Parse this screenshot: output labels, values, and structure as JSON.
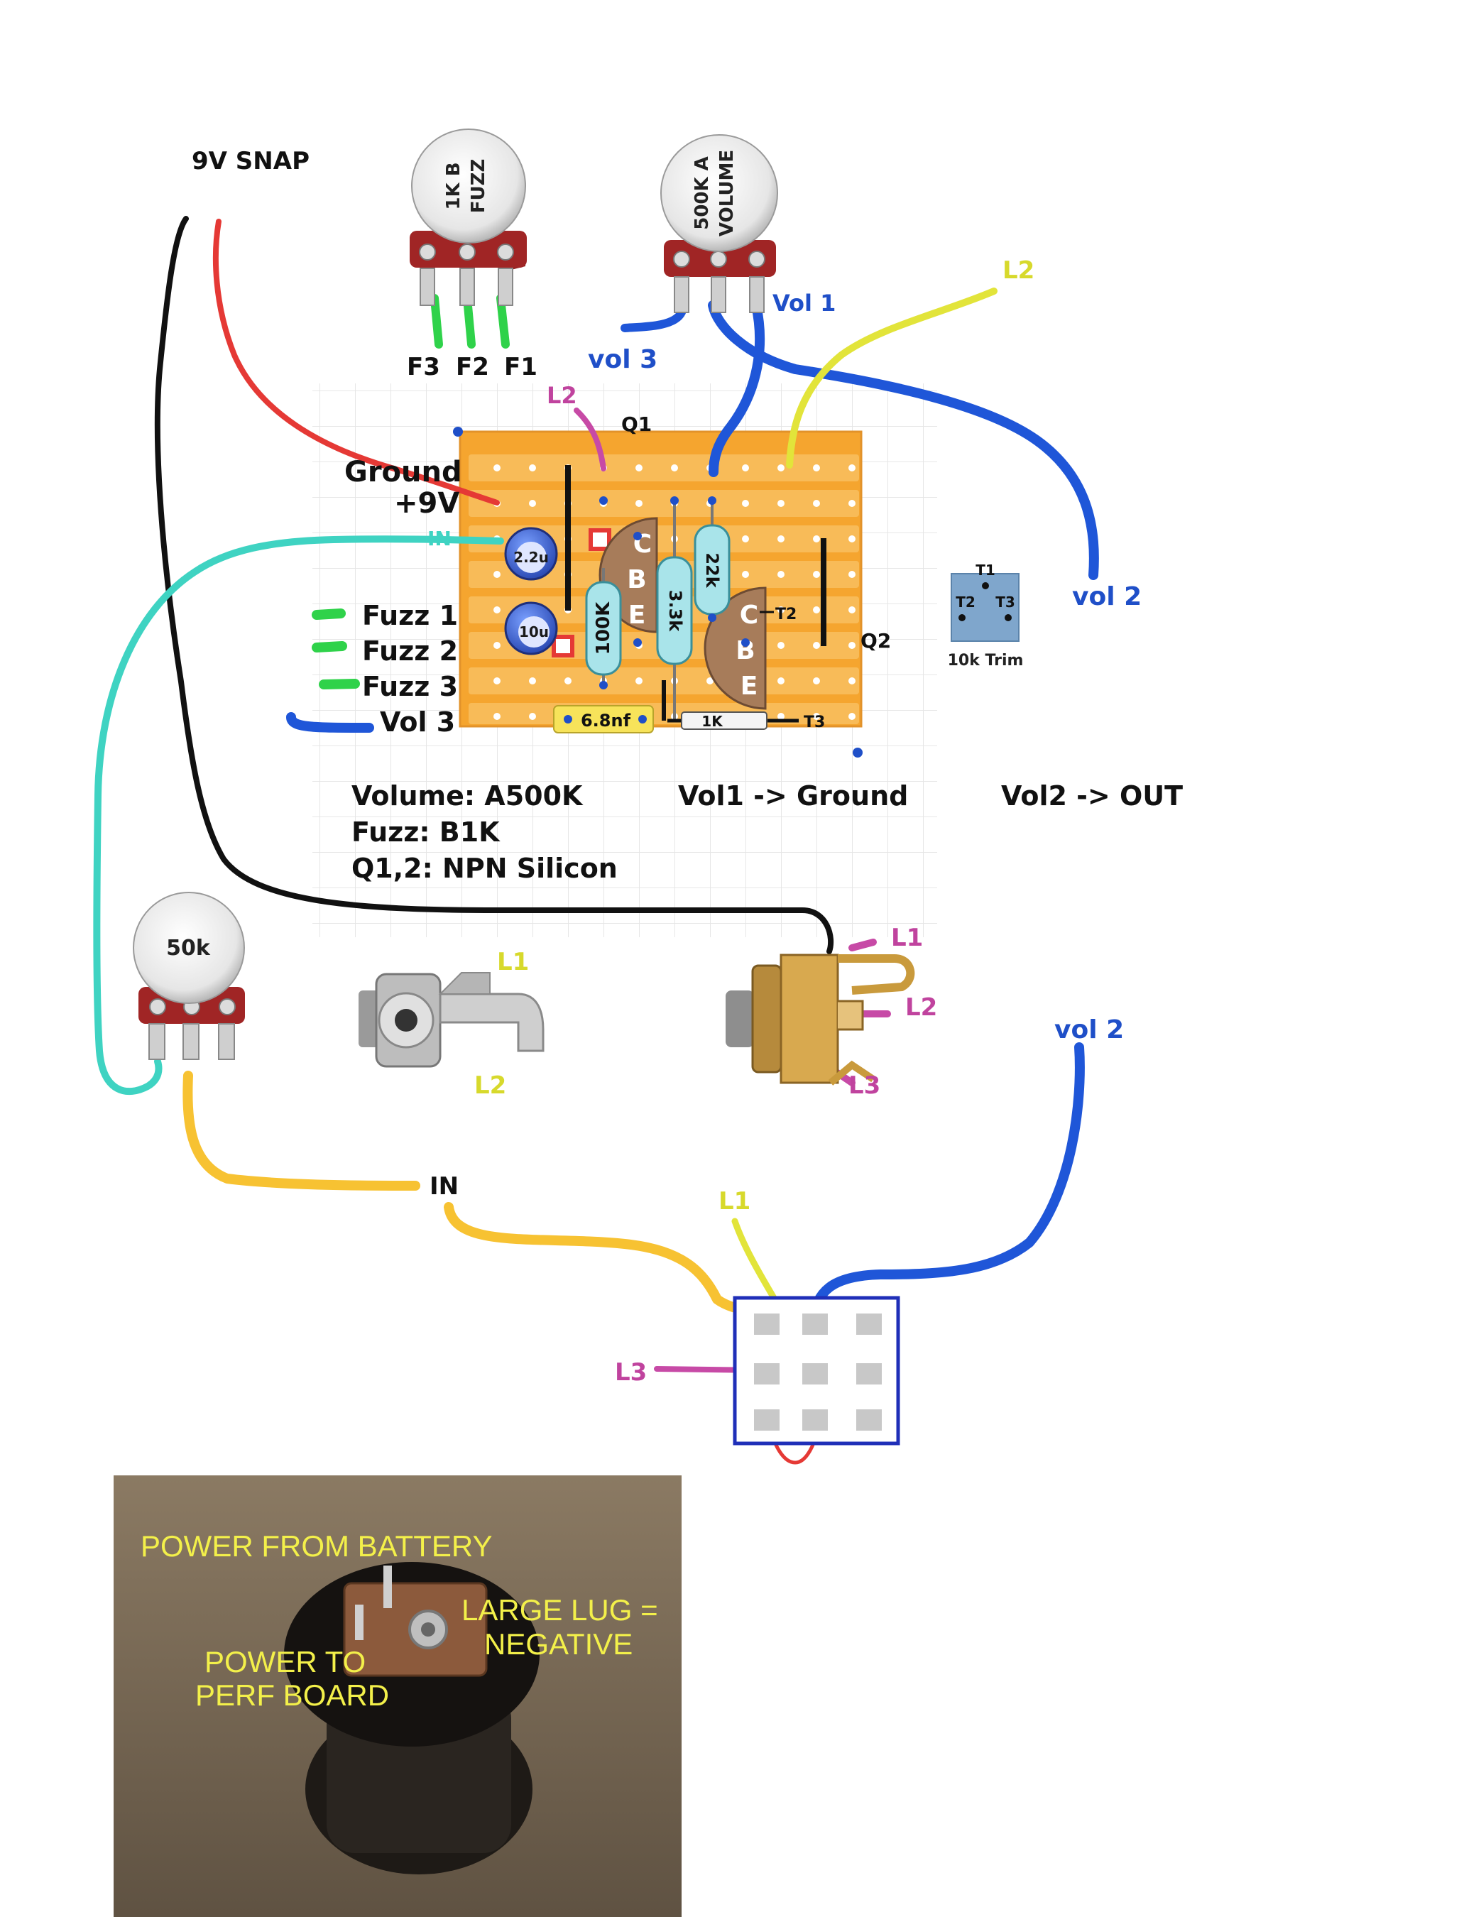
{
  "colors": {
    "black": "#111111",
    "red": "#e53935",
    "cyan": "#3fd3c2",
    "yellow": "#e2e43a",
    "green": "#2fd24a",
    "blue": "#1f56d8",
    "magenta": "#c74aa6",
    "orange": "#f7c232",
    "board": "#f5a52f",
    "strip": "#f7b54a",
    "label_blue": "#1f4fc8",
    "label_yellow": "#d7d92c",
    "label_magenta": "#c0439e",
    "photo_text": "#f3f04a"
  },
  "labels": {
    "snap": "9V SNAP",
    "ground": "Ground",
    "plus9v": "+9V",
    "in_board": "IN",
    "q1": "Q1",
    "q2": "Q2",
    "l2_board": "L2",
    "l2_top": "L2",
    "vol1": "Vol 1",
    "vol2_top": "vol 2",
    "vol3_top": "vol 3",
    "f1": "F1",
    "f2": "F2",
    "f3": "F3",
    "fuzz1": "Fuzz 1",
    "fuzz2": "Fuzz 2",
    "fuzz3": "Fuzz 3",
    "vol3_left": "Vol 3",
    "t1": "T1",
    "t2": "T2",
    "t3": "T3",
    "trim": "10k Trim",
    "t2_board": "T2",
    "t3_board": "T3",
    "note_volume": "Volume: A500K",
    "note_fuzz": "Fuzz: B1K",
    "note_q": "Q1,2: NPN Silicon",
    "note_vol1": "Vol1 -> Ground",
    "note_vol2": "Vol2 -> OUT",
    "jack1_l1": "L1",
    "jack1_l2": "L2",
    "jack2_l1": "L1",
    "jack2_l2": "L2",
    "jack2_l3": "L3",
    "vol2_bottom": "vol 2",
    "in_bottom": "IN",
    "switch_l1": "L1",
    "switch_l3": "L3"
  },
  "components": {
    "pot_fuzz_line1": "1K B",
    "pot_fuzz_line2": "FUZZ",
    "pot_vol_line1": "500K A",
    "pot_vol_line2": "VOLUME",
    "pot_50k": "50k",
    "cap1": "2.2u",
    "cap2": "10u",
    "r100k": "100K",
    "r33k": "3.3k",
    "r22k": "22k",
    "r1k": "1K",
    "c68nf": "6.8nf",
    "q1_c": "C",
    "q1_b": "B",
    "q1_e": "E",
    "q2_c": "C",
    "q2_b": "B",
    "q2_e": "E"
  },
  "photo": {
    "line_battery": "POWER FROM BATTERY",
    "line_large1": "LARGE LUG =",
    "line_large2": "NEGATIVE",
    "line_perf1": "POWER TO",
    "line_perf2": "PERF BOARD"
  }
}
